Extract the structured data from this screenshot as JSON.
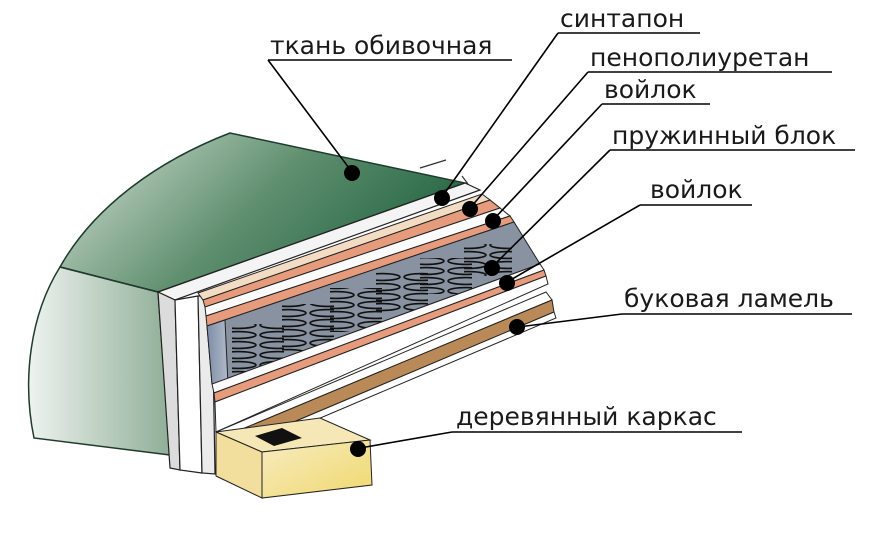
{
  "labels": {
    "upholstery_fabric": "ткань обивочная",
    "sintepon": "синтапон",
    "polyurethane_foam": "пенополиуретан",
    "felt_top": "войлок",
    "spring_block": "пружинный блок",
    "felt_bottom": "войлок",
    "beech_slat": "буковая ламель",
    "wooden_frame": "деревянный каркас"
  },
  "colors": {
    "fabric_dark": "#2f6e4a",
    "fabric_light": "#e4ece6",
    "foam": "#e8a184",
    "sintepon": "#f2dcc6",
    "felt": "#c9c9c9",
    "spring_bg": "#8e99aa",
    "slat": "#b98a58",
    "frame_wood": "#f3e3a6"
  }
}
